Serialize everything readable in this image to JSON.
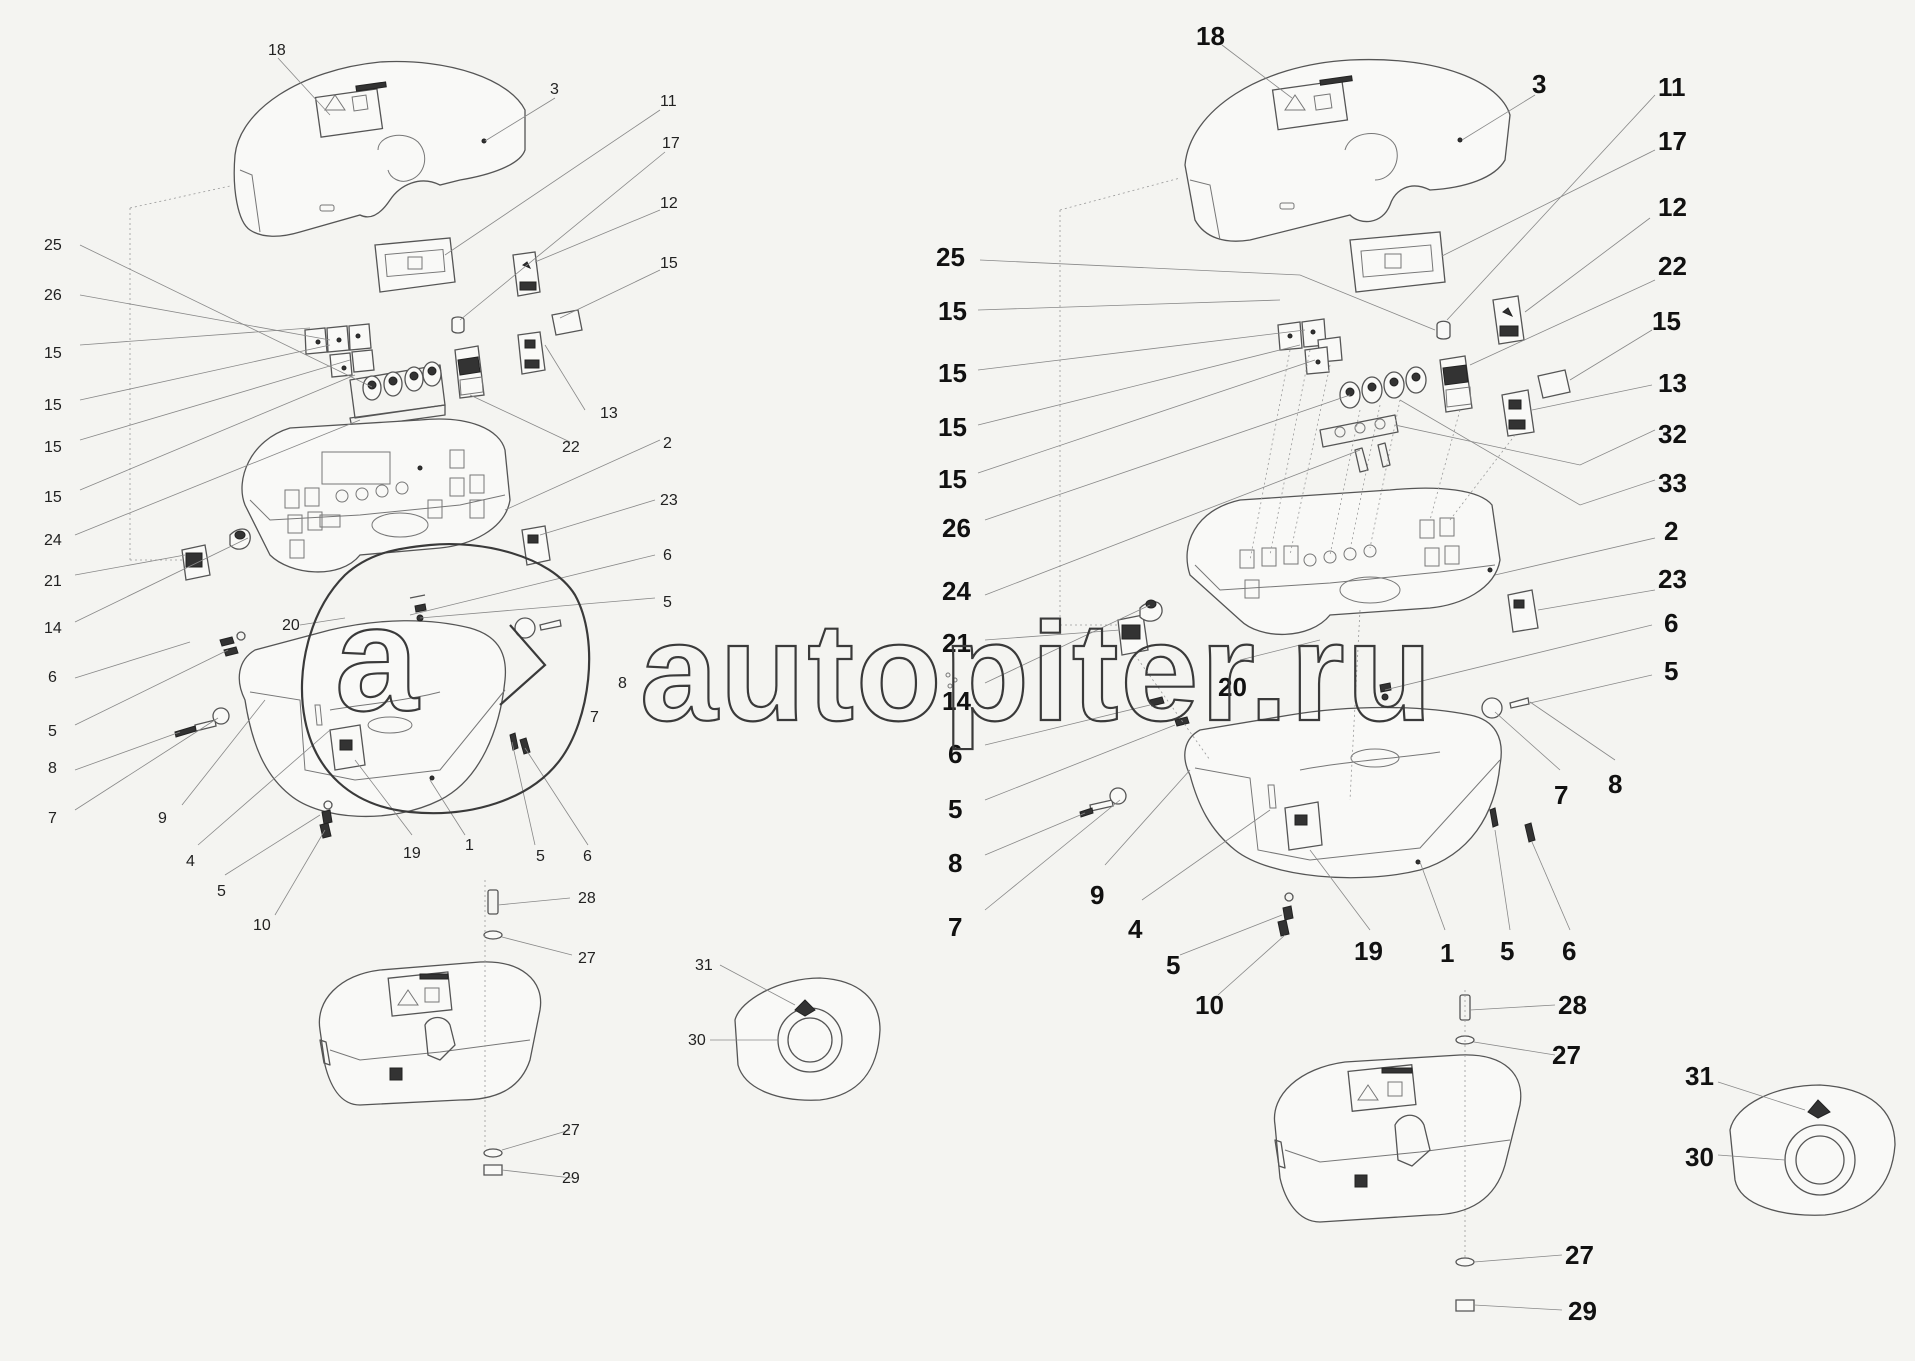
{
  "watermark": {
    "text": "autopiter.ru",
    "logo_letter": "a"
  },
  "labels_left": [
    {
      "id": "l18",
      "text": "18"
    },
    {
      "id": "l3",
      "text": "3"
    },
    {
      "id": "l11",
      "text": "11"
    },
    {
      "id": "l17",
      "text": "17"
    },
    {
      "id": "l12",
      "text": "12"
    },
    {
      "id": "l15a",
      "text": "15"
    },
    {
      "id": "l25",
      "text": "25"
    },
    {
      "id": "l26",
      "text": "26"
    },
    {
      "id": "l15b",
      "text": "15"
    },
    {
      "id": "l15c",
      "text": "15"
    },
    {
      "id": "l15d",
      "text": "15"
    },
    {
      "id": "l15e",
      "text": "15"
    },
    {
      "id": "l13",
      "text": "13"
    },
    {
      "id": "l22",
      "text": "22"
    },
    {
      "id": "l2",
      "text": "2"
    },
    {
      "id": "l24",
      "text": "24"
    },
    {
      "id": "l23",
      "text": "23"
    },
    {
      "id": "l21",
      "text": "21"
    },
    {
      "id": "l6a",
      "text": "6"
    },
    {
      "id": "l14",
      "text": "14"
    },
    {
      "id": "l5a",
      "text": "5"
    },
    {
      "id": "l20",
      "text": "20"
    },
    {
      "id": "l6b",
      "text": "6"
    },
    {
      "id": "l8a",
      "text": "8"
    },
    {
      "id": "l7a",
      "text": "7"
    },
    {
      "id": "l5b",
      "text": "5"
    },
    {
      "id": "l8b",
      "text": "8"
    },
    {
      "id": "l7b",
      "text": "7"
    },
    {
      "id": "l9",
      "text": "9"
    },
    {
      "id": "l4",
      "text": "4"
    },
    {
      "id": "l19",
      "text": "19"
    },
    {
      "id": "l1",
      "text": "1"
    },
    {
      "id": "l5c",
      "text": "5"
    },
    {
      "id": "l6c",
      "text": "6"
    },
    {
      "id": "l5d",
      "text": "5"
    },
    {
      "id": "l10",
      "text": "10"
    },
    {
      "id": "l28",
      "text": "28"
    },
    {
      "id": "l27a",
      "text": "27"
    },
    {
      "id": "l31",
      "text": "31"
    },
    {
      "id": "l30",
      "text": "30"
    },
    {
      "id": "l27b",
      "text": "27"
    },
    {
      "id": "l29",
      "text": "29"
    }
  ],
  "labels_right": [
    {
      "id": "r18",
      "text": "18"
    },
    {
      "id": "r3",
      "text": "3"
    },
    {
      "id": "r11",
      "text": "11"
    },
    {
      "id": "r17",
      "text": "17"
    },
    {
      "id": "r12",
      "text": "12"
    },
    {
      "id": "r22",
      "text": "22"
    },
    {
      "id": "r25",
      "text": "25"
    },
    {
      "id": "r15a",
      "text": "15"
    },
    {
      "id": "r15b",
      "text": "15"
    },
    {
      "id": "r15c",
      "text": "15"
    },
    {
      "id": "r15d",
      "text": "15"
    },
    {
      "id": "r15e",
      "text": "15"
    },
    {
      "id": "r13",
      "text": "13"
    },
    {
      "id": "r26",
      "text": "26"
    },
    {
      "id": "r32",
      "text": "32"
    },
    {
      "id": "r33",
      "text": "33"
    },
    {
      "id": "r2",
      "text": "2"
    },
    {
      "id": "r24",
      "text": "24"
    },
    {
      "id": "r23",
      "text": "23"
    },
    {
      "id": "r21",
      "text": "21"
    },
    {
      "id": "r6a",
      "text": "6"
    },
    {
      "id": "r14",
      "text": "14"
    },
    {
      "id": "r20",
      "text": "20"
    },
    {
      "id": "r5a",
      "text": "5"
    },
    {
      "id": "r6b",
      "text": "6"
    },
    {
      "id": "r7a",
      "text": "7"
    },
    {
      "id": "r8a",
      "text": "8"
    },
    {
      "id": "r5b",
      "text": "5"
    },
    {
      "id": "r8b",
      "text": "8"
    },
    {
      "id": "r9",
      "text": "9"
    },
    {
      "id": "r7b",
      "text": "7"
    },
    {
      "id": "r4",
      "text": "4"
    },
    {
      "id": "r19",
      "text": "19"
    },
    {
      "id": "r1",
      "text": "1"
    },
    {
      "id": "r5c",
      "text": "5"
    },
    {
      "id": "r6c",
      "text": "6"
    },
    {
      "id": "r5d",
      "text": "5"
    },
    {
      "id": "r10",
      "text": "10"
    },
    {
      "id": "r28",
      "text": "28"
    },
    {
      "id": "r27a",
      "text": "27"
    },
    {
      "id": "r31",
      "text": "31"
    },
    {
      "id": "r30",
      "text": "30"
    },
    {
      "id": "r27b",
      "text": "27"
    },
    {
      "id": "r29",
      "text": "29"
    }
  ]
}
